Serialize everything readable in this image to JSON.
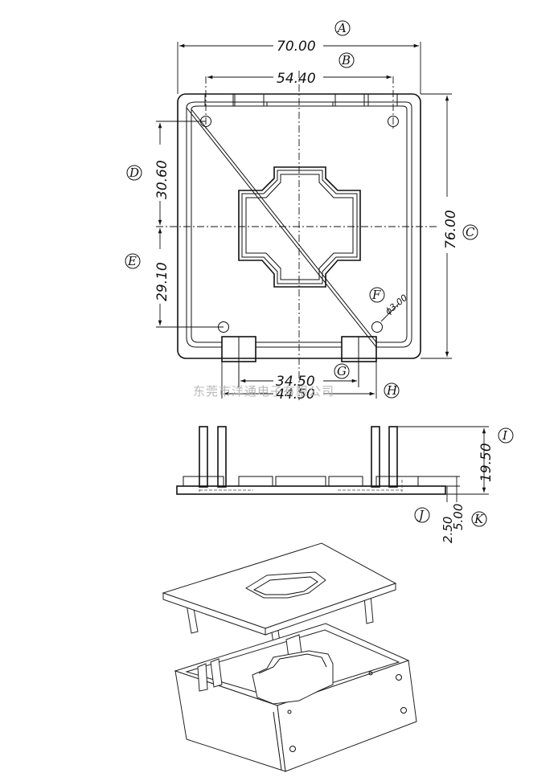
{
  "dimensions": {
    "A": "70.00",
    "B": "54.40",
    "C": "76.00",
    "D": "30.60",
    "E": "29.10",
    "F": "ϕ3.00",
    "G": "34.50",
    "H": "44.50",
    "I": "19.50",
    "J": "2.50",
    "K": "5.00"
  },
  "labels": {
    "A": "A",
    "B": "B",
    "C": "C",
    "D": "D",
    "E": "E",
    "F": "F",
    "G": "G",
    "H": "H",
    "I": "I",
    "J": "J",
    "K": "K"
  },
  "watermark": "东莞市洋通电子有限公司"
}
